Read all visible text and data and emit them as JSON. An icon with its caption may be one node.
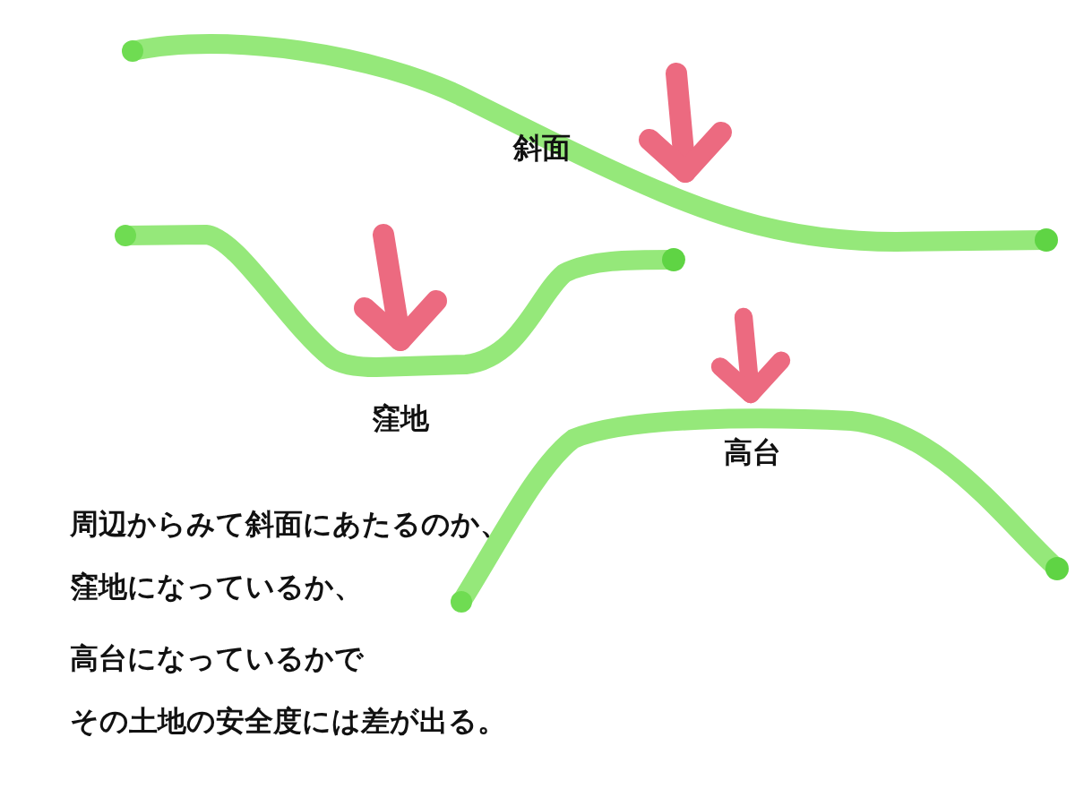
{
  "diagram": {
    "labels": [
      "斜面",
      "窪地",
      "高台",
      "周辺からみて斜面にあたるのか、",
      "窪地になっているか、",
      "高台になっているかで",
      "その土地の安全度には差が出る。"
    ]
  }
}
